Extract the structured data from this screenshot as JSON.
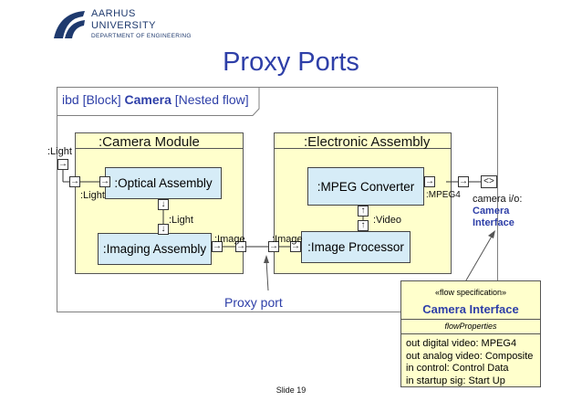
{
  "logo": {
    "line1": "AARHUS",
    "line2": "UNIVERSITY",
    "line3": "DEPARTMENT OF ENGINEERING",
    "icon": "aarhus-university-seal"
  },
  "title": "Proxy Ports",
  "frame": {
    "kind": "ibd [Block]",
    "name": "Camera",
    "qualifier": "[Nested flow]"
  },
  "camera_module": {
    "label": ":Camera Module",
    "optical": ":Optical Assembly",
    "imaging": ":Imaging Assembly",
    "ports": {
      "light_outer": ":Light",
      "light_inner": ":Light",
      "light_internal": ":Light",
      "image": ":Image"
    }
  },
  "electronic_assembly": {
    "label": ":Electronic Assembly",
    "mpeg": ":MPEG Converter",
    "processor": ":Image Processor",
    "ports": {
      "image": ":Image",
      "video": ":Video",
      "mpeg4": ":MPEG4"
    }
  },
  "camera_io": {
    "symbol": "<>",
    "label_line1": "camera i/o:",
    "label_line2": "Camera",
    "label_line3": "Interface"
  },
  "proxy_port_label": "Proxy port",
  "spec": {
    "stereotype": "«flow specification»",
    "name": "Camera Interface",
    "section": "flowProperties",
    "properties": [
      "out digital video: MPEG4",
      "out analog video: Composite",
      "in control: Control Data",
      "in startup sig: Start Up"
    ]
  },
  "footer": "Slide 19",
  "colors": {
    "accent": "#2e3fa8",
    "block_fill": "#ffffcc",
    "part_fill": "#d6ecf7",
    "logo_blue": "#1f3a6e"
  }
}
